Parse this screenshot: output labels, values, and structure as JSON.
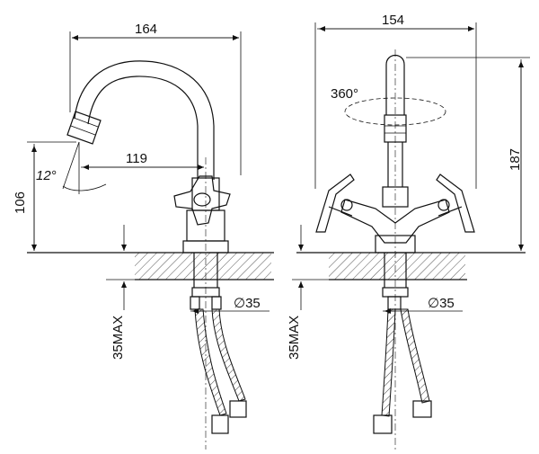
{
  "dimensions": {
    "left_width": "164",
    "spout_reach": "119",
    "height_left": "106",
    "angle": "12°",
    "right_width": "154",
    "rotation": "360°",
    "height_right": "187",
    "diameter_left": "∅35",
    "diameter_right": "∅35",
    "max_thickness_left": "35MAX",
    "max_thickness_right": "35MAX"
  }
}
